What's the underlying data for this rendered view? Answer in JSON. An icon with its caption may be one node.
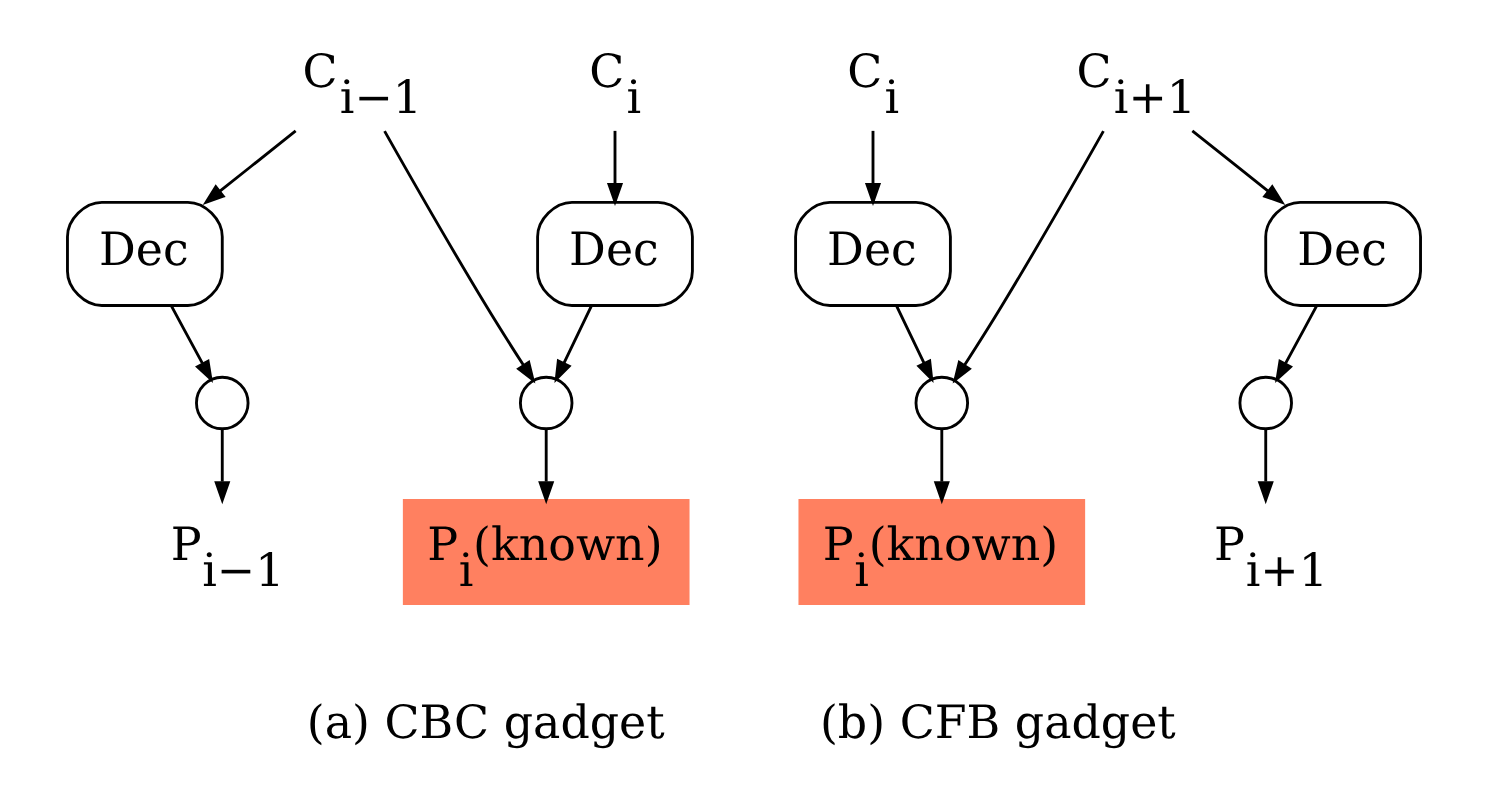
{
  "diagram": {
    "nodes": [
      {
        "text": [
          "C$_{i−1}$"
        ]
      },
      {
        "text": [
          "C$_{i}$"
        ]
      },
      {
        "text": [
          "Dec"
        ]
      },
      {
        "text": [
          "Dec"
        ]
      },
      {
        "text": [],
        "shape": "circle"
      },
      {
        "text": [],
        "shape": "circle"
      },
      {
        "text": [
          "P$_{i−1}$"
        ]
      },
      {
        "text": [
          "P$_{i}$(known)"
        ]
      },
      {
        "text": [
          "C$_{i}$"
        ]
      },
      {
        "text": [
          "C$_{i+1}$"
        ]
      },
      {
        "text": [
          "Dec"
        ]
      },
      {
        "text": [
          "Dec"
        ]
      },
      {
        "text": [],
        "shape": "circle"
      },
      {
        "text": [],
        "shape": "circle"
      },
      {
        "text": [
          "P$_{i}$(known)"
        ]
      },
      {
        "text": [
          "P$_{i+1}$"
        ]
      }
    ],
    "edges": [
      {
        "from": 0,
        "to": 2,
        "arrow": "to"
      },
      {
        "from": 0,
        "to": 5,
        "arrow": "to"
      },
      {
        "from": 1,
        "to": 3,
        "arrow": "to"
      },
      {
        "from": 2,
        "to": 4,
        "arrow": "to"
      },
      {
        "from": 3,
        "to": 5,
        "arrow": "to"
      },
      {
        "from": 4,
        "to": 6,
        "arrow": "to"
      },
      {
        "from": 5,
        "to": 7,
        "arrow": "to"
      },
      {
        "from": 8,
        "to": 10,
        "arrow": "to"
      },
      {
        "from": 9,
        "to": 11,
        "arrow": "to"
      },
      {
        "from": 9,
        "to": 12,
        "arrow": "to"
      },
      {
        "from": 10,
        "to": 12,
        "arrow": "to"
      },
      {
        "from": 11,
        "to": 13,
        "arrow": "to"
      },
      {
        "from": 12,
        "to": 14,
        "arrow": "to"
      },
      {
        "from": 13,
        "to": 15,
        "arrow": "to"
      }
    ],
    "labels": [
      "(a) CBC gadget",
      "(b) CFB gadget"
    ]
  }
}
